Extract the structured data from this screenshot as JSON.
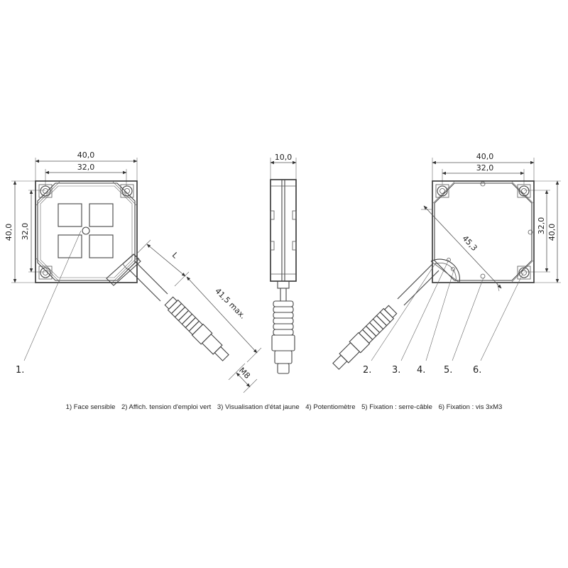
{
  "dimensions": {
    "front_width_outer": "40,0",
    "front_width_inner": "32,0",
    "front_height_outer": "40,0",
    "front_height_inner": "32,0",
    "cable_length": "L",
    "connector_length": "41,5 max.",
    "connector_thread": "M8",
    "side_width": "10,0",
    "back_width_outer": "40,0",
    "back_width_inner": "32,0",
    "back_height_inner": "32,0",
    "back_height_outer": "40,0",
    "back_diagonal": "45,3"
  },
  "callouts": [
    "1.",
    "2.",
    "3.",
    "4.",
    "5.",
    "6."
  ],
  "legend": [
    "1) Face sensible",
    "2) Affich. tension d'emploi vert",
    "3) Visualisation d'état jaune",
    "4) Potentiomètre",
    "5) Fixation : serre-câble",
    "6) Fixation : vis 3xM3"
  ]
}
